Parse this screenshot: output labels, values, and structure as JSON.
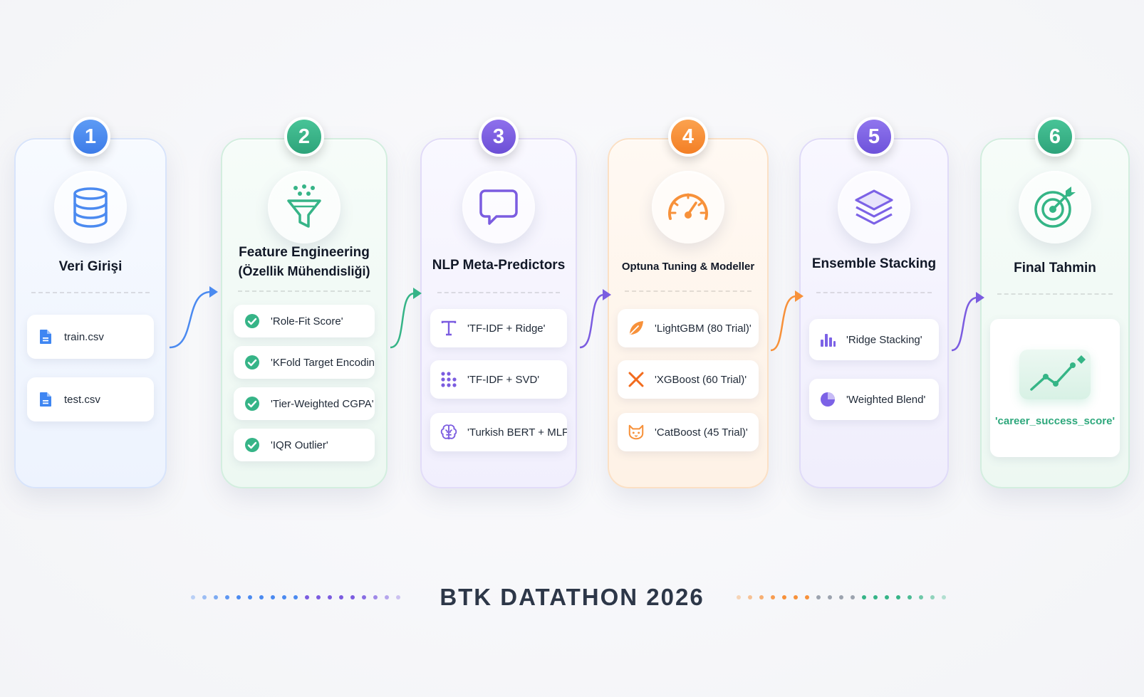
{
  "stages": [
    {
      "number": "1",
      "title": "Veri Girişi",
      "color": "#4b8af0",
      "icon": "database-icon",
      "items": [
        {
          "label": "train.csv",
          "icon": "file-icon"
        },
        {
          "label": "test.csv",
          "icon": "file-icon"
        }
      ]
    },
    {
      "number": "2",
      "title_line1": "Feature Engineering",
      "title_line2": "(Özellik Mühendisliği)",
      "color": "#36b487",
      "icon": "funnel-icon",
      "items": [
        {
          "label": "'Role-Fit Score'",
          "icon": "check-icon"
        },
        {
          "label": "'KFold Target Encoding'",
          "icon": "check-icon"
        },
        {
          "label": "'Tier-Weighted CGPA'",
          "icon": "check-icon"
        },
        {
          "label": "'IQR Outlier'",
          "icon": "check-icon"
        }
      ]
    },
    {
      "number": "3",
      "title": "NLP Meta-Predictors",
      "color": "#7b5ce0",
      "icon": "chat-bubble-icon",
      "items": [
        {
          "label": "'TF-IDF + Ridge'",
          "icon": "text-icon"
        },
        {
          "label": "'TF-IDF + SVD'",
          "icon": "dots-grid-icon"
        },
        {
          "label": "'Turkish BERT + MLP'",
          "icon": "brain-icon"
        }
      ]
    },
    {
      "number": "4",
      "title": "Optuna Tuning & Modeller",
      "color": "#f7913a",
      "icon": "gauge-icon",
      "items": [
        {
          "label": "'LightGBM (80 Trial)'",
          "icon": "leaf-icon"
        },
        {
          "label": "'XGBoost (60 Trial)'",
          "icon": "x-icon"
        },
        {
          "label": "'CatBoost (45 Trial)'",
          "icon": "cat-icon"
        }
      ]
    },
    {
      "number": "5",
      "title": "Ensemble Stacking",
      "color": "#7c62e6",
      "icon": "layers-icon",
      "items": [
        {
          "label": "'Ridge Stacking'",
          "icon": "bar-chart-icon"
        },
        {
          "label": "'Weighted Blend'",
          "icon": "pie-chart-icon"
        }
      ]
    },
    {
      "number": "6",
      "title": "Final Tahmin",
      "color": "#35b586",
      "icon": "target-icon",
      "result": {
        "label": "'career_success_score'",
        "icon": "trend-up-icon"
      }
    }
  ],
  "footer": {
    "title": "BTK DATATHON 2026"
  },
  "colors": {
    "blue": "#4b8af0",
    "green": "#36b487",
    "purple": "#7b5ce0",
    "orange": "#f7913a"
  }
}
